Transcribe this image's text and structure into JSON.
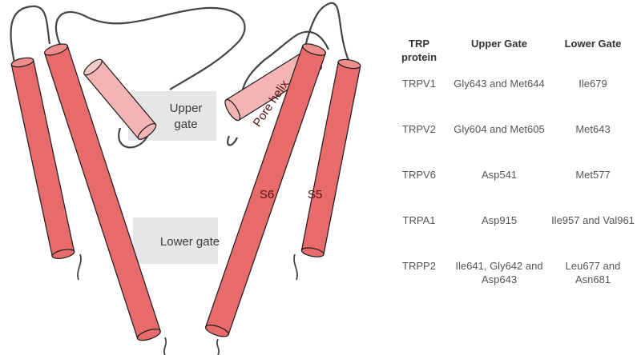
{
  "diagram": {
    "upper_gate_label": [
      "Upper",
      "gate"
    ],
    "lower_gate_label": "Lower gate",
    "pore_helix_label": "Pore helix",
    "s6_label": "S6",
    "s5_label": "S5",
    "colors": {
      "helix_fill": "#e86b6b",
      "helix_stroke": "#1a1a1a",
      "pore_helix_fill": "#f3b4b4",
      "gate_band": "#e6e6e6",
      "loop_line": "#444444"
    }
  },
  "table": {
    "headers": [
      "TRP protein",
      "Upper Gate",
      "Lower Gate"
    ],
    "rows": [
      {
        "protein": "TRPV1",
        "upper": "Gly643 and Met644",
        "lower": "Ile679"
      },
      {
        "protein": "TRPV2",
        "upper": "Gly604 and Met605",
        "lower": "Met643"
      },
      {
        "protein": "TRPV6",
        "upper": "Asp541",
        "lower": "Met577"
      },
      {
        "protein": "TRPA1",
        "upper": "Asp915",
        "lower": "Ile957 and Val961"
      },
      {
        "protein": "TRPP2",
        "upper": "Ile641, Gly642 and Asp643",
        "lower": "Leu677 and Asn681"
      }
    ]
  }
}
